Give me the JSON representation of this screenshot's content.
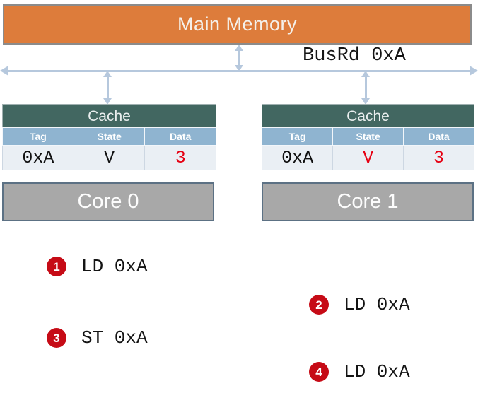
{
  "diagram": {
    "main_memory": {
      "label": "Main Memory"
    },
    "bus": {
      "label": "BusRd 0xA"
    },
    "caches": [
      {
        "title": "Cache",
        "columns": [
          "Tag",
          "State",
          "Data"
        ],
        "row": {
          "tag": "0xA",
          "state": "V",
          "data": "3"
        },
        "state_color": "#111111",
        "data_color": "#e60012"
      },
      {
        "title": "Cache",
        "columns": [
          "Tag",
          "State",
          "Data"
        ],
        "row": {
          "tag": "0xA",
          "state": "V",
          "data": "3"
        },
        "state_color": "#e60012",
        "data_color": "#e60012"
      }
    ],
    "cores": [
      {
        "label": "Core 0"
      },
      {
        "label": "Core 1"
      }
    ],
    "steps": [
      {
        "number": "1",
        "instruction": "LD 0xA"
      },
      {
        "number": "2",
        "instruction": "LD 0xA"
      },
      {
        "number": "3",
        "instruction": "ST 0xA"
      },
      {
        "number": "4",
        "instruction": "LD 0xA"
      }
    ]
  },
  "colors": {
    "memory_fill": "#dd7c3b",
    "cache_header": "#426761",
    "column_header": "#8fb4d0",
    "core_fill": "#a8a8a8",
    "badge": "#c60b16",
    "bus": "#b6c8dd",
    "highlight": "#e60012"
  }
}
